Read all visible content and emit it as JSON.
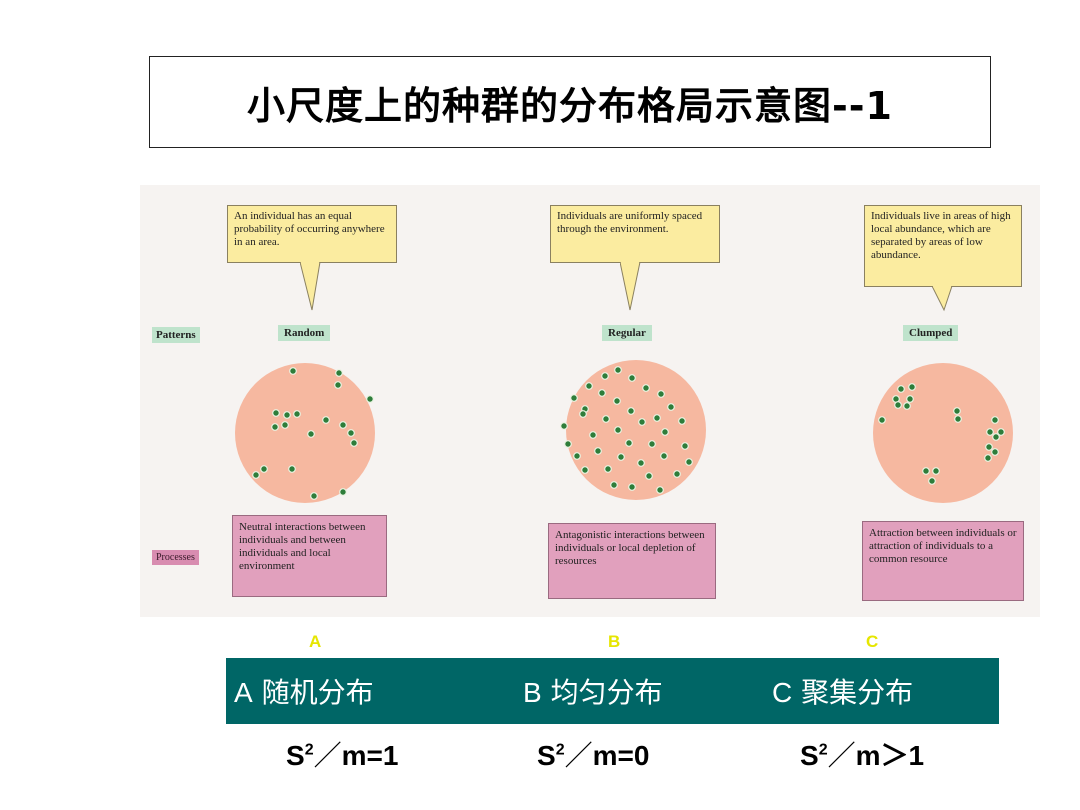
{
  "title": "小尺度上的种群的分布格局示意图--1",
  "figure": {
    "row_labels": {
      "patterns": "Patterns",
      "processes": "Processes"
    },
    "panels": [
      {
        "pattern": "Random",
        "callout": "An individual has an equal probability of occurring anywhere in an area.",
        "process": "Neutral interactions between individuals and between individuals and local environment",
        "dots": [
          [
            293,
            371
          ],
          [
            339,
            373
          ],
          [
            338,
            385
          ],
          [
            370,
            399
          ],
          [
            276,
            413
          ],
          [
            287,
            415
          ],
          [
            297,
            414
          ],
          [
            285,
            425
          ],
          [
            275,
            427
          ],
          [
            326,
            420
          ],
          [
            343,
            425
          ],
          [
            311,
            434
          ],
          [
            351,
            433
          ],
          [
            354,
            443
          ],
          [
            264,
            469
          ],
          [
            256,
            475
          ],
          [
            292,
            469
          ],
          [
            343,
            492
          ],
          [
            314,
            496
          ]
        ]
      },
      {
        "pattern": "Regular",
        "callout": "Individuals are uniformly spaced through the environment.",
        "process": "Antagonistic interactions between individuals or local depletion of resources",
        "dots": [
          [
            618,
            370
          ],
          [
            605,
            376
          ],
          [
            632,
            378
          ],
          [
            589,
            386
          ],
          [
            646,
            388
          ],
          [
            661,
            394
          ],
          [
            574,
            398
          ],
          [
            602,
            393
          ],
          [
            617,
            401
          ],
          [
            671,
            407
          ],
          [
            585,
            409
          ],
          [
            631,
            411
          ],
          [
            583,
            414
          ],
          [
            657,
            418
          ],
          [
            606,
            419
          ],
          [
            682,
            421
          ],
          [
            642,
            422
          ],
          [
            564,
            426
          ],
          [
            618,
            430
          ],
          [
            665,
            432
          ],
          [
            593,
            435
          ],
          [
            629,
            443
          ],
          [
            652,
            444
          ],
          [
            568,
            444
          ],
          [
            685,
            446
          ],
          [
            577,
            456
          ],
          [
            598,
            451
          ],
          [
            664,
            456
          ],
          [
            621,
            457
          ],
          [
            689,
            462
          ],
          [
            641,
            463
          ],
          [
            585,
            470
          ],
          [
            649,
            476
          ],
          [
            608,
            469
          ],
          [
            677,
            474
          ],
          [
            614,
            485
          ],
          [
            632,
            487
          ],
          [
            660,
            490
          ]
        ]
      },
      {
        "pattern": "Clumped",
        "callout": "Individuals live in areas of high local abundance, which are separated by areas of low abundance.",
        "process": "Attraction between individuals or attraction of individuals to a common resource",
        "dots": [
          [
            901,
            389
          ],
          [
            912,
            387
          ],
          [
            896,
            399
          ],
          [
            910,
            399
          ],
          [
            907,
            406
          ],
          [
            898,
            405
          ],
          [
            957,
            411
          ],
          [
            958,
            419
          ],
          [
            882,
            420
          ],
          [
            995,
            420
          ],
          [
            990,
            432
          ],
          [
            1001,
            432
          ],
          [
            996,
            437
          ],
          [
            989,
            447
          ],
          [
            995,
            452
          ],
          [
            988,
            458
          ],
          [
            926,
            471
          ],
          [
            936,
            471
          ],
          [
            932,
            481
          ]
        ]
      }
    ]
  },
  "letters": [
    "A",
    "B",
    "C"
  ],
  "band": [
    {
      "letter": "A",
      "text": "随机分布"
    },
    {
      "letter": "B",
      "text": "均匀分布"
    },
    {
      "letter": "C",
      "text": "聚集分布"
    }
  ],
  "formulas": [
    {
      "s": "S",
      "sup": "2",
      "slash": "／",
      "rest": "m=1"
    },
    {
      "s": "S",
      "sup": "2",
      "slash": "／",
      "rest": "m=0"
    },
    {
      "s": "S",
      "sup": "2",
      "slash": "／",
      "rest": "m＞1"
    }
  ],
  "colors": {
    "band_bg": "#006666",
    "letter_yellow": "#e6e600",
    "callout_bg": "#fbeca0",
    "pattern_tag_bg": "#bfe3cc",
    "process_bg": "#e1a0bd",
    "circle_fill": "#f6b8a0",
    "dot_fill": "#2e7d3a"
  }
}
